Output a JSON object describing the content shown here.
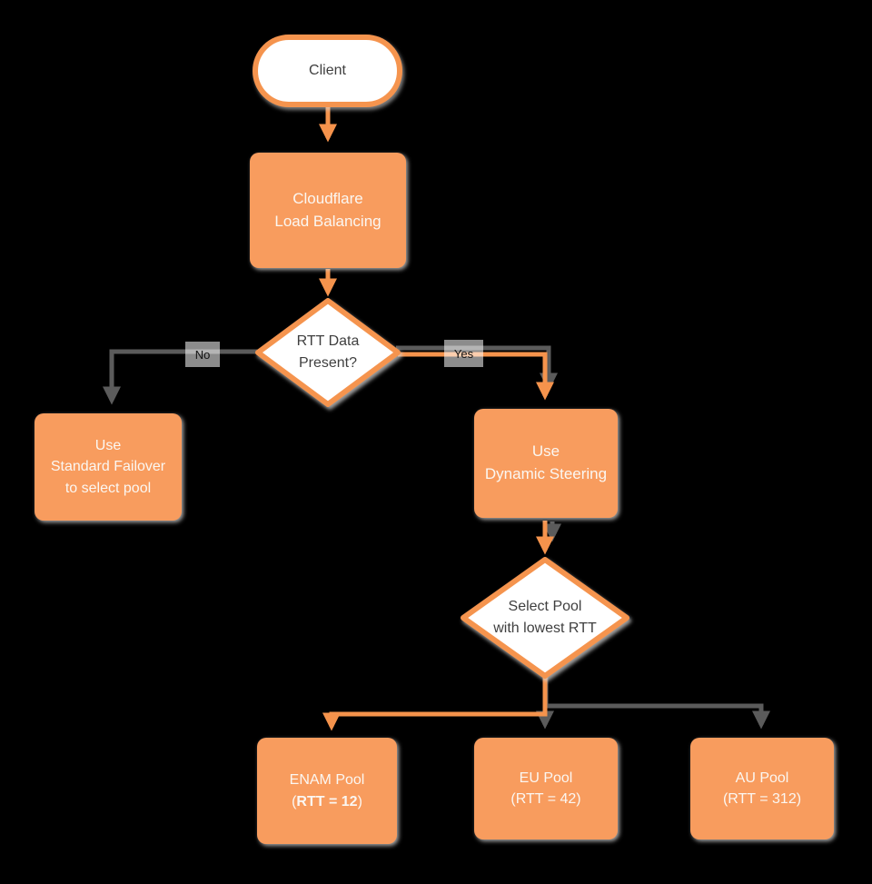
{
  "colors": {
    "background": "#000000",
    "shape_orange": "#F89C5E",
    "connector_orange": "#F5934C",
    "connector_gray": "#5B5B5B",
    "shape_text_light": "#FBF7F2",
    "shape_text_dark": "#3F3F3F"
  },
  "nodes": {
    "client": {
      "label": "Client"
    },
    "load_balancer": {
      "line1": "Cloudflare",
      "line2": "Load Balancing"
    },
    "rtt_decision": {
      "line1": "RTT Data",
      "line2": "Present?"
    },
    "standard_failover": {
      "line1": "Use",
      "line2": "Standard Failover",
      "line3": "to select pool"
    },
    "dynamic_steering": {
      "line1": "Use",
      "line2": "Dynamic Steering"
    },
    "select_pool": {
      "line1": "Select Pool",
      "line2": "with lowest RTT"
    },
    "enam_pool": {
      "line1": "ENAM Pool",
      "line2_open": "(",
      "line2_bold": "RTT = 12",
      "line2_close": ")"
    },
    "eu_pool": {
      "line1": "EU Pool",
      "line2": "(RTT = 42)"
    },
    "au_pool": {
      "line1": "AU Pool",
      "line2": "(RTT = 312)"
    }
  },
  "edges": {
    "no_label": "No",
    "yes_label": "Yes"
  }
}
